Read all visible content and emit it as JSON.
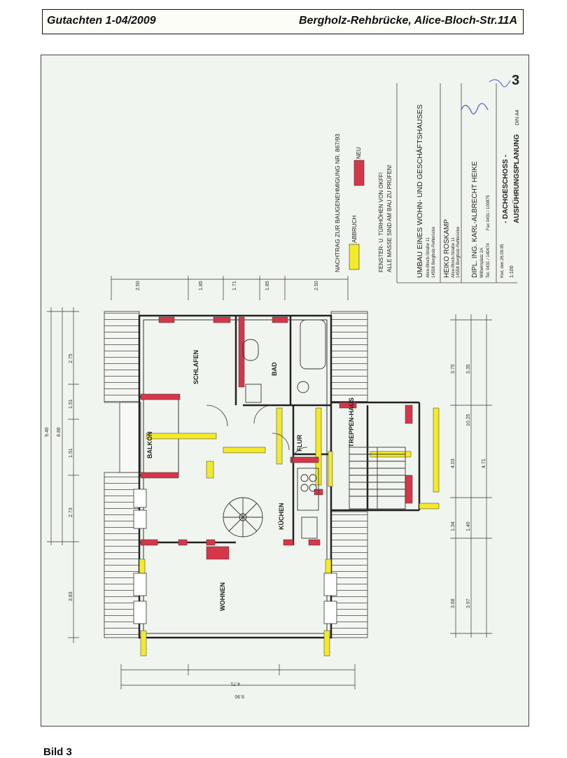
{
  "header": {
    "left": "Gutachten 1-04/2009",
    "right": "Bergholz-Rehbrücke, Alice-Bloch-Str.11A"
  },
  "legend": {
    "title": "NACHTRAG ZUR BAUGENEHMIGUNG NR. 867/93",
    "demolition_label": "ABBRUCH",
    "new_label": "NEU",
    "demolition_color": "#f2ea2a",
    "new_color": "#d6364a",
    "note_1": "FENSTER- U. TÜRHÖHEN VON OKFF!",
    "note_2": "ALLE MASSE SIND AM BAU ZU PRÜFEN!"
  },
  "title_block": {
    "project": "UMBAU EINES WOHN- UND GESCHÄFTSHAUSES",
    "address_1": "Alice-Bloch-Straße 11",
    "address_2": "14558 Bergholz-Rehbrücke",
    "owner": "HEIKO ROSKAMP",
    "owner_address": "Alice-Bloch-Straße 11",
    "owner_city": "14558 Bergholz-Rehbrücke",
    "architect": "DIPL. ING. KARL-ALBRECHT HEIKE",
    "architect_street": "Wilhelmplatz 2A",
    "architect_phone": "Tel. 0431 / 140474",
    "architect_fax": "Fax 0431 / 100875",
    "date": "Kiel, den 26.09.95",
    "scale": "1:100",
    "drawing_title": "- DACHGESCHOSS -",
    "drawing_subtitle": "AUSFÜHRUNGSPLANUNG",
    "format": "DIN A4",
    "sheet_number": "3"
  },
  "rooms": {
    "schlafen": "SCHLAFEN",
    "bad": "BAD",
    "balkon": "BALKON",
    "flur": "FLUR",
    "treppenhaus": "TREPPEN-HAUS",
    "kuechen": "KÜCHEN",
    "wohnen": "WOHNEN"
  },
  "dimensions": {
    "total_width": "9.46",
    "inner_width": "8.86",
    "total_depth": "9.90",
    "d_275": "2.75",
    "d_151a": "1.51",
    "d_151b": "1.51",
    "d_273": "2.73",
    "d_383": "3.83",
    "d_250a": "2.50",
    "d_250b": "2.50",
    "d_185a": "1.85",
    "d_185b": "1.85",
    "d_171": "1.71",
    "d_375": "3.75",
    "d_335": "3.35",
    "d_368": "3.68",
    "d_397": "3.97",
    "d_403": "4.03",
    "d_1025": "10.25",
    "d_471": "4.71",
    "d_140": "1.40",
    "d_134": "1.34"
  },
  "caption": "Bild 3"
}
